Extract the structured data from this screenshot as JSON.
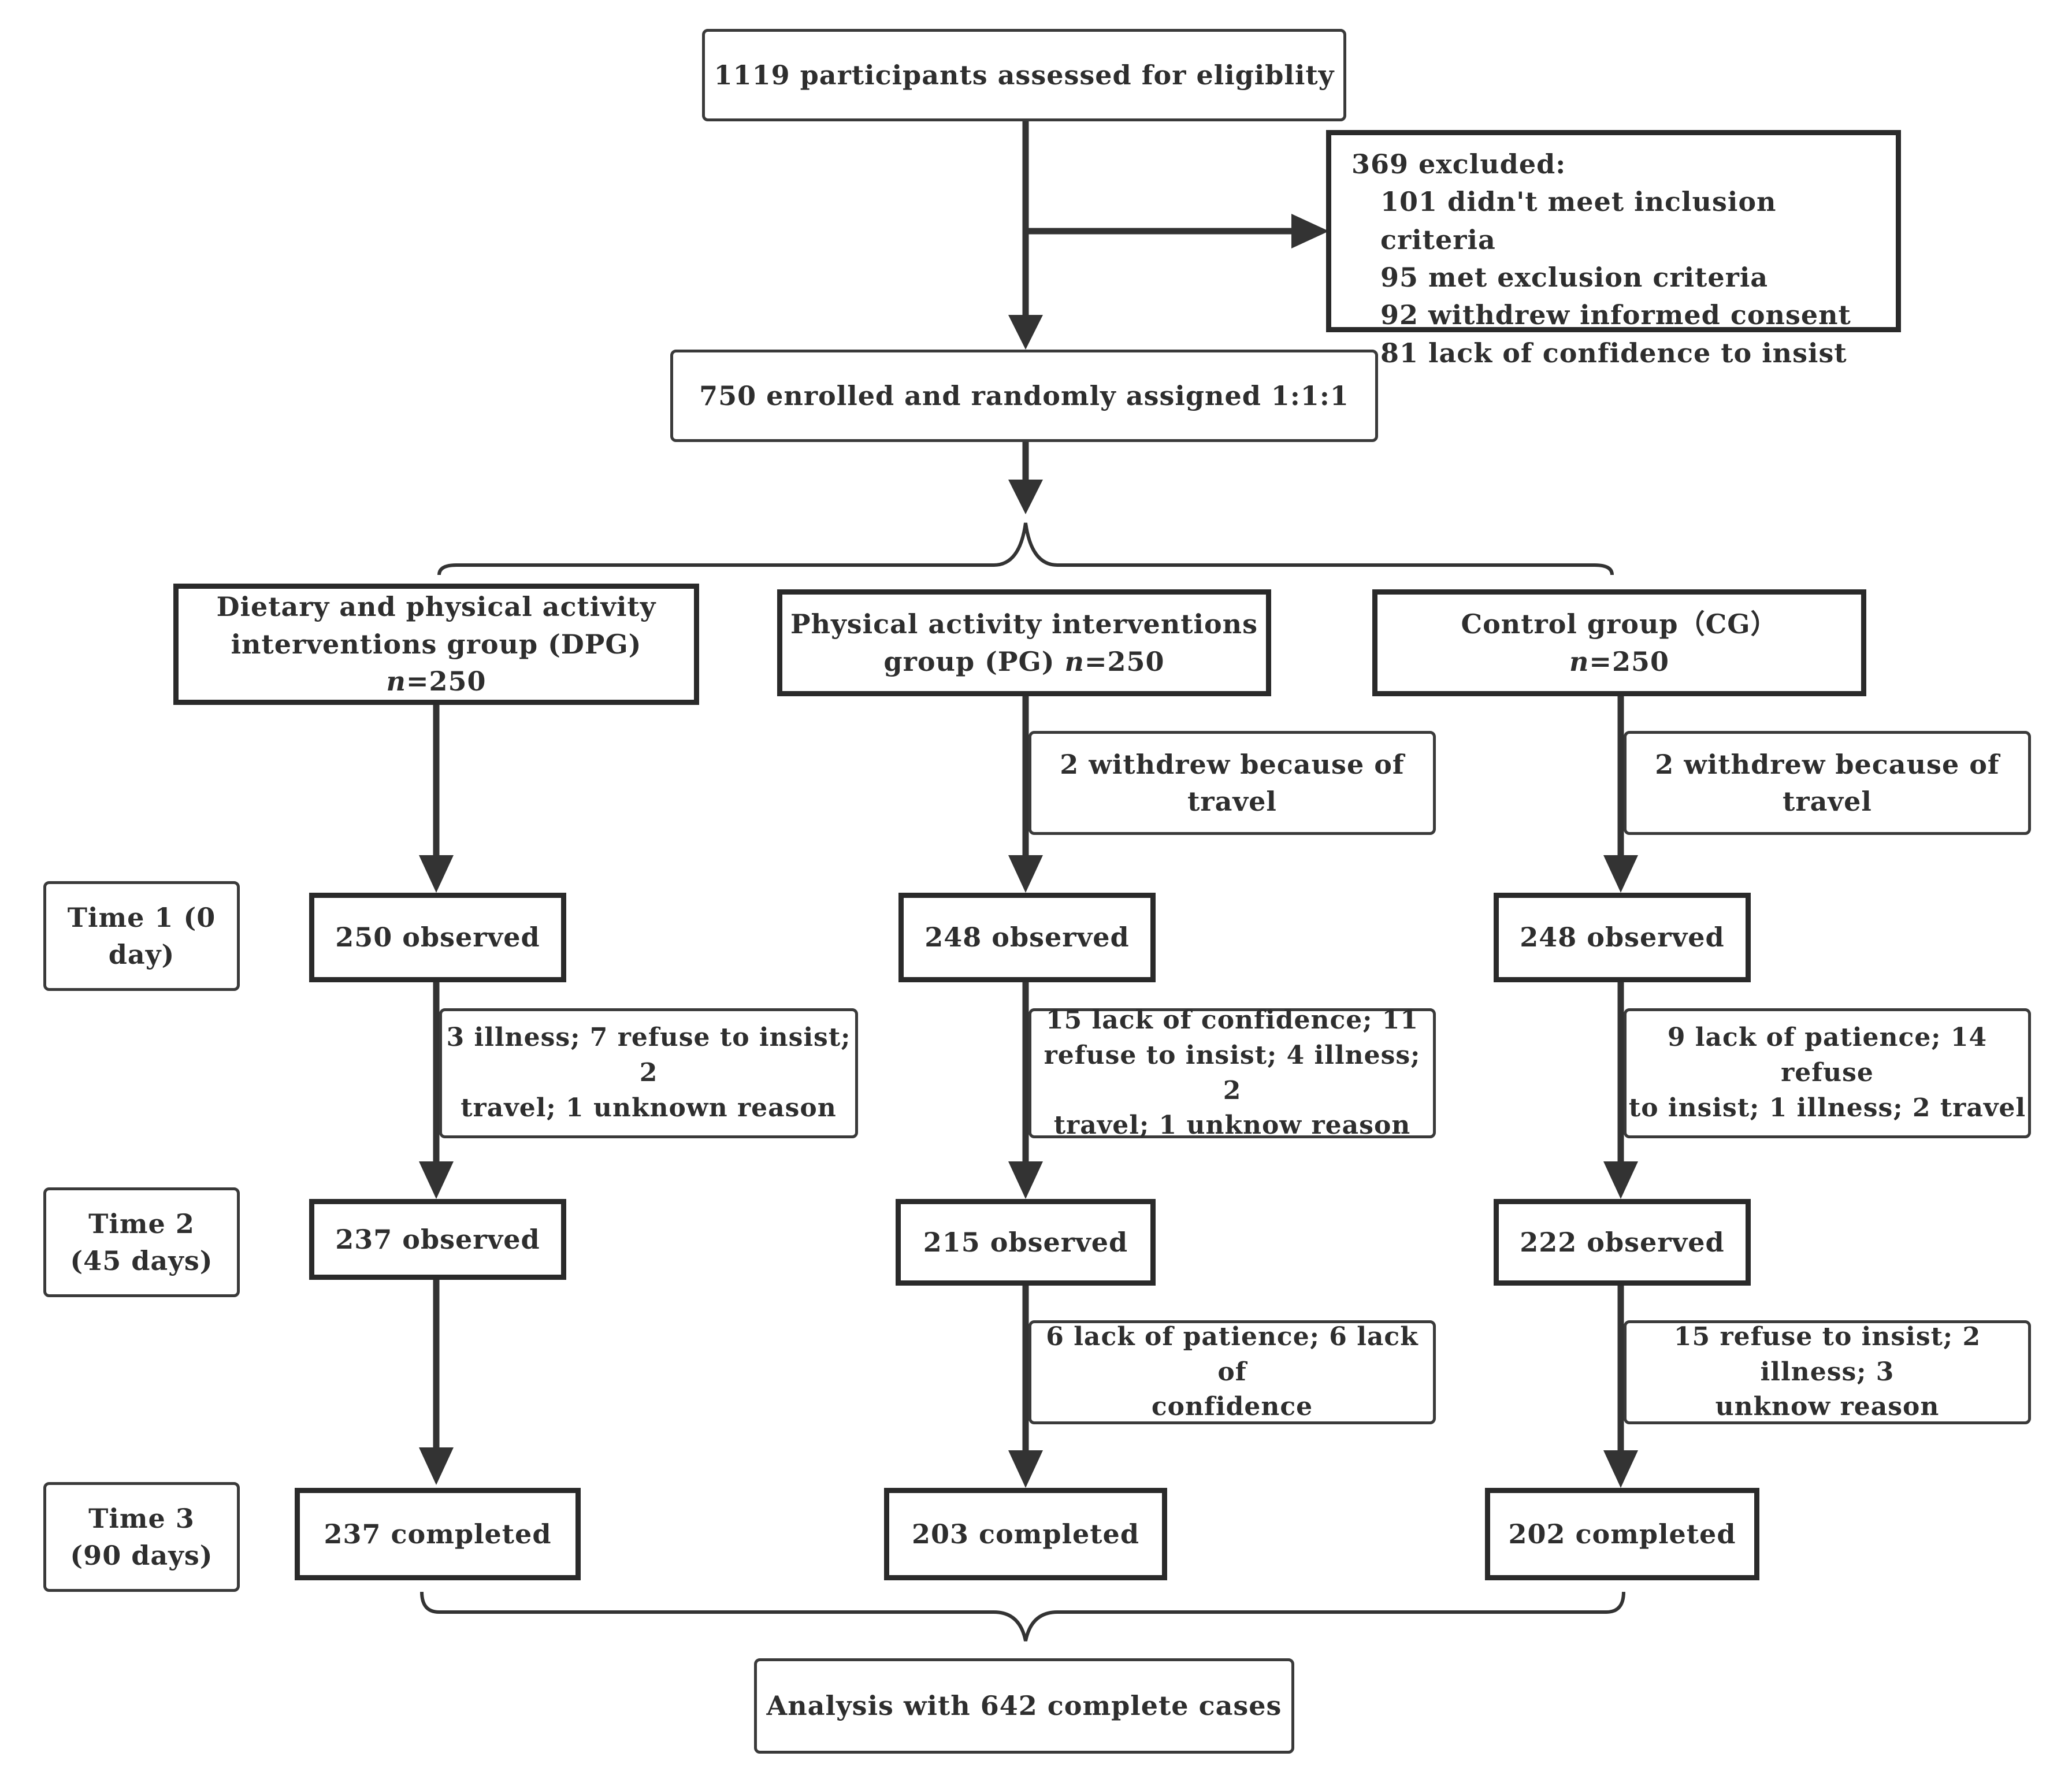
{
  "boxes": {
    "assessed": "1119 participants assessed for eligiblity",
    "excluded": {
      "title": "369 excluded:",
      "items": [
        "101 didn't meet inclusion criteria",
        "95 met exclusion criteria",
        "92 withdrew informed consent",
        "81 lack of confidence to insist"
      ]
    },
    "enrolled": "750 enrolled and randomly assigned 1:1:1",
    "groups": [
      {
        "line1": "Dietary and physical activity",
        "line2_prefix": "interventions group (DPG) ",
        "n_label": "n",
        "n_value": "=250"
      },
      {
        "line1": "Physical activity interventions",
        "line2_prefix": "group (PG) ",
        "n_label": "n",
        "n_value": "=250"
      },
      {
        "line1": "Control group（CG）",
        "line2_prefix": "",
        "n_label": "n",
        "n_value": "=250"
      }
    ],
    "times": [
      {
        "line1": "Time 1 (0",
        "line2": "day)"
      },
      {
        "line1": "Time 2",
        "line2": "(45 days)"
      },
      {
        "line1": "Time 3",
        "line2": "(90 days)"
      }
    ],
    "observed_t1": [
      "250 observed",
      "248 observed",
      "248 observed"
    ],
    "observed_t2": [
      "237 observed",
      "215 observed",
      "222 observed"
    ],
    "completed": [
      "237 completed",
      "203 completed",
      "202 completed"
    ],
    "withdraw_t0": [
      "2 withdrew because of travel",
      "2 withdrew because of travel"
    ],
    "reasons_t1": [
      [
        "3 illness; 7 refuse to insist;  2",
        "travel; 1 unknown reason"
      ],
      [
        "15 lack of confidence; 11",
        "refuse to insist; 4 illness; 2",
        "travel; 1 unknow reason"
      ],
      [
        "9 lack of patience; 14 refuse",
        "to insist; 1 illness; 2 travel"
      ]
    ],
    "reasons_t2": [
      [
        "6 lack of patience; 6 lack of",
        "confidence"
      ],
      [
        "15 refuse to insist; 2 illness; 3",
        "unknow reason"
      ]
    ],
    "analysis": "Analysis with 642 complete cases"
  },
  "colors": {
    "line": "#333333",
    "border": "#2a2a2a",
    "text": "#2e2e2e"
  }
}
